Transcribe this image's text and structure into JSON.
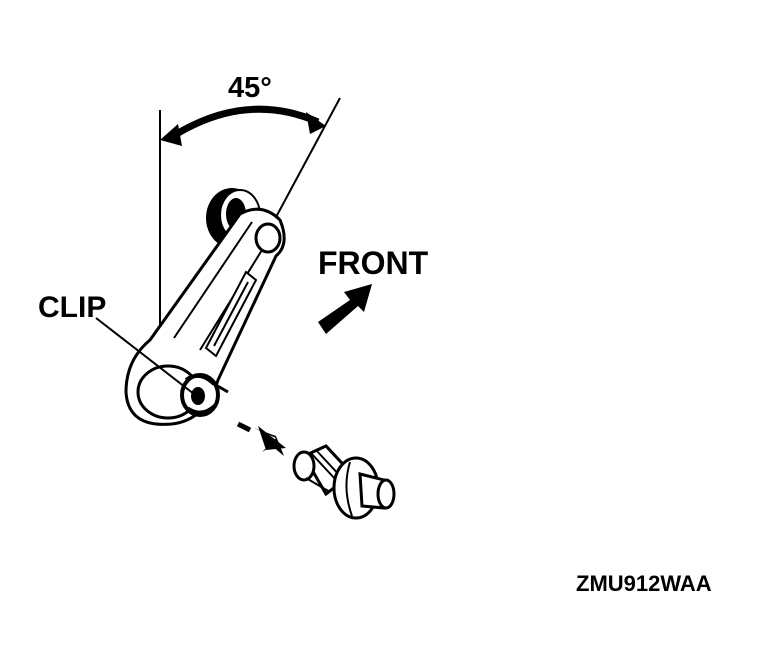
{
  "labels": {
    "angle": "45°",
    "front": "FRONT",
    "clip": "CLIP",
    "figure_code": "ZMU912WAA"
  },
  "colors": {
    "ink": "#000000",
    "paper": "#ffffff"
  },
  "icons": {
    "front_arrow": "arrow-up-right-icon",
    "removal_arrow": "arrow-down-right-icon"
  }
}
